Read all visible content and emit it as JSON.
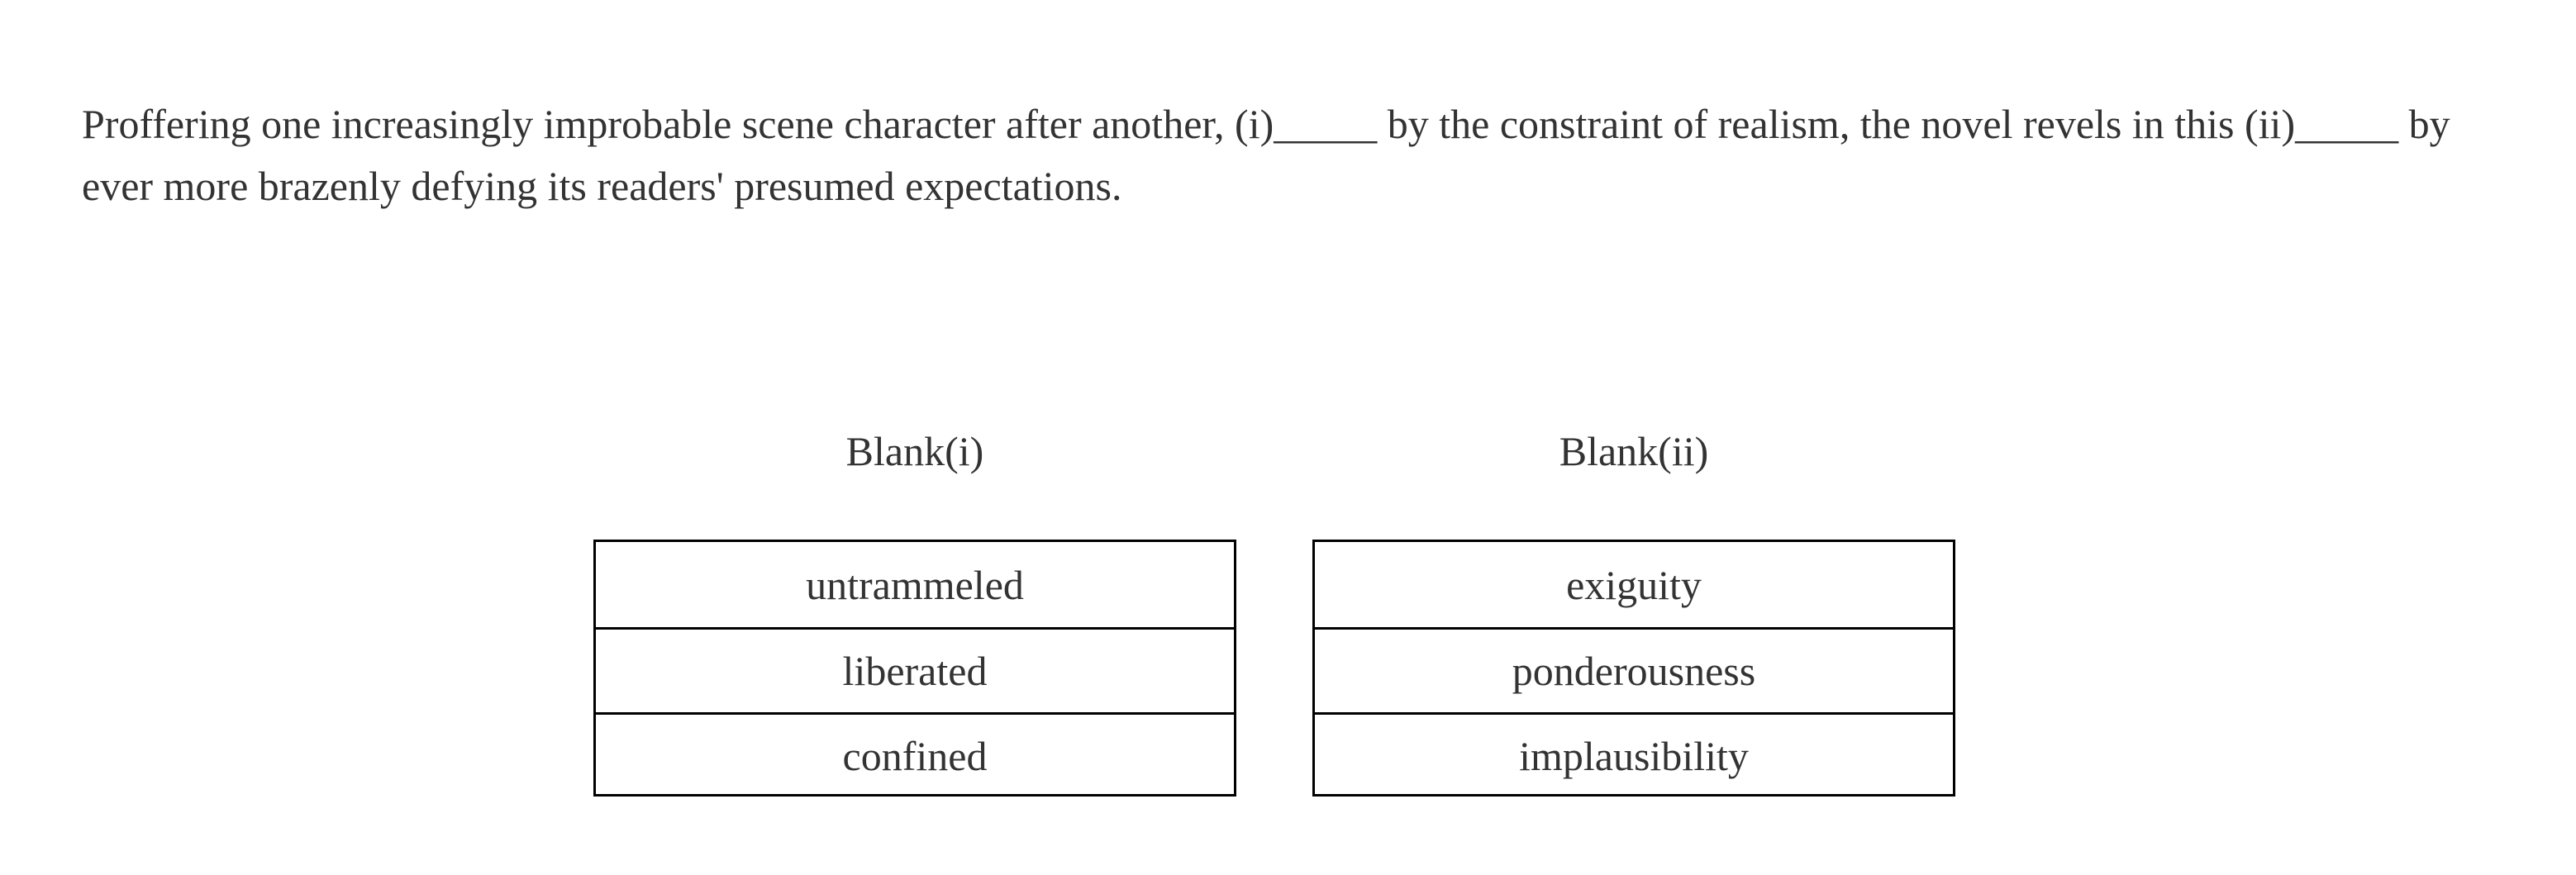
{
  "question": {
    "part1": "Proffering one increasingly improbable scene character after another, ",
    "blank1_label": "(i)",
    "blank1_line": "_____",
    "part2": " by the constraint of realism, the novel revels in this ",
    "blank2_label": "(ii)",
    "blank2_line": "_____",
    "part3": " by ever more brazenly defying its readers' presumed expectations."
  },
  "blanks": [
    {
      "heading": "Blank(i)",
      "options": [
        "untrammeled",
        "liberated",
        "confined"
      ]
    },
    {
      "heading": "Blank(ii)",
      "options": [
        "exiguity",
        "ponderousness",
        "implausibility"
      ]
    }
  ],
  "colors": {
    "text": "#333333",
    "border": "#000000",
    "background": "#ffffff"
  }
}
